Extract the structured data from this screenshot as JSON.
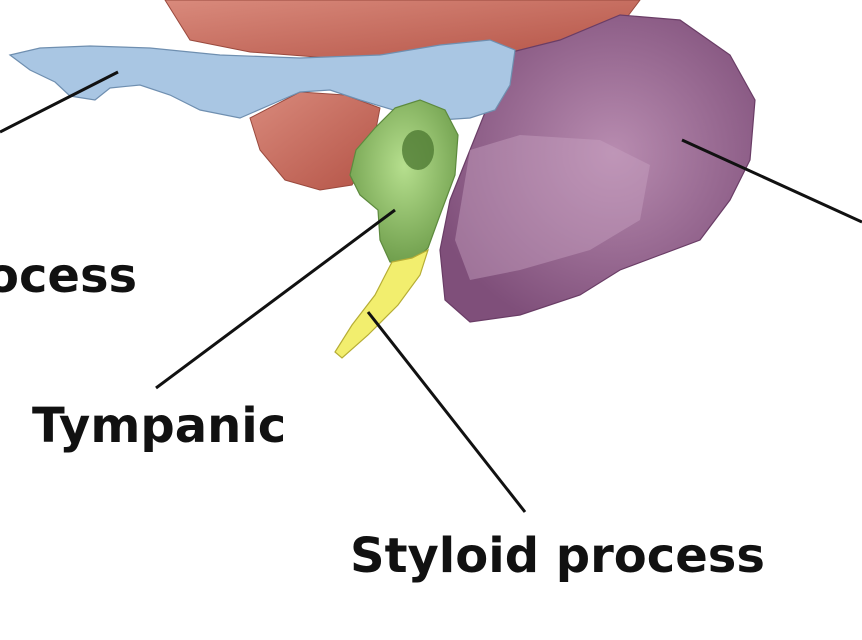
{
  "labels": {
    "left_process": "ocess",
    "tympanic": "Tympanic",
    "styloid": "Styloid process"
  },
  "colors": {
    "squamous_red": "#c9695b",
    "zygomatic_blue": "#a9c6e3",
    "tympanic_green": "#9ccf73",
    "styloid_yellow": "#f2ee6e",
    "mastoid_purple": "#9a6b93",
    "leader_line": "#111111"
  }
}
